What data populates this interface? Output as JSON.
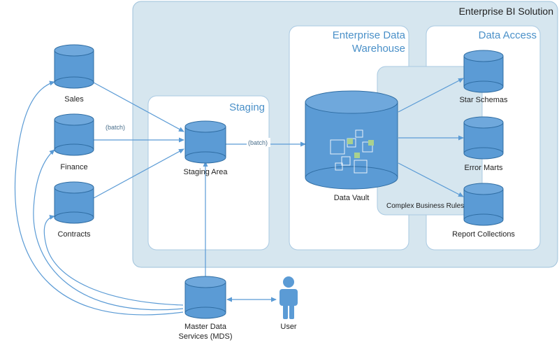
{
  "colors": {
    "outer_bg": "#d6e6ef",
    "panel_border": "#5b9bd5",
    "cylinder_fill": "#5b9bd5",
    "cylinder_edge": "#2f6da3",
    "cylinder_top": "#6fa8dc",
    "arrow": "#5b9bd5",
    "heading": "#4a90c8",
    "text": "#1f1f1f",
    "label": "#4a6f8c",
    "green_square": "#a9d18e"
  },
  "containers": {
    "enterprise_bi": "Enterprise BI Solution",
    "staging": "Staging",
    "edw_line1": "Enterprise Data",
    "edw_line2": "Warehouse",
    "data_access": "Data Access",
    "complex_rules": "Complex Business Rules"
  },
  "sources": {
    "sales": "Sales",
    "finance": "Finance",
    "contracts": "Contracts"
  },
  "nodes": {
    "staging_area": "Staging Area",
    "data_vault": "Data Vault",
    "star_schemas": "Star Schemas",
    "error_marts": "Error Marts",
    "report_collections": "Report Collections",
    "mds_line1": "Master Data",
    "mds_line2": "Services (MDS)",
    "user": "User"
  },
  "edge_labels": {
    "batch_sources": "(batch)",
    "batch_staging": "(batch)"
  },
  "icons": {
    "database": "database-cylinder-icon",
    "user": "person-icon",
    "data_vault_pattern": "hub-link-satellite-squares-icon"
  }
}
